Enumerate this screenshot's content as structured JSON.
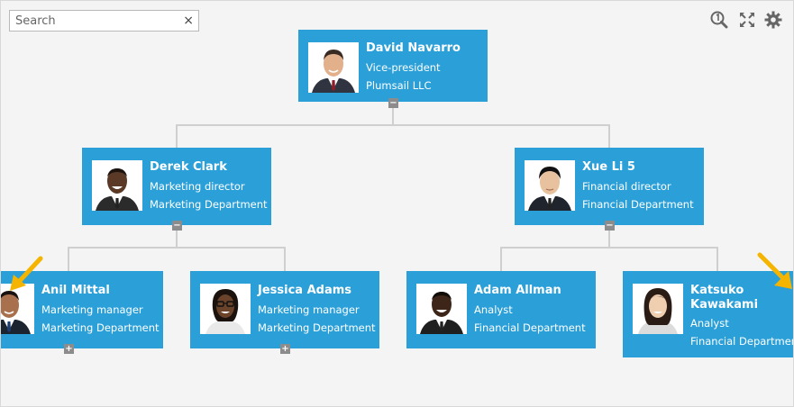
{
  "search": {
    "placeholder": "Search",
    "clear_icon": "×"
  },
  "toolbar": {
    "icons": [
      "zoom-level-icon",
      "fit-screen-icon",
      "settings-gear-icon"
    ]
  },
  "people": {
    "root": {
      "name": "David Navarro",
      "title": "Vice-president",
      "org": "Plumsail LLC",
      "toggle": "−"
    },
    "derek": {
      "name": "Derek Clark",
      "title": "Marketing director",
      "org": "Marketing Department",
      "toggle": "−"
    },
    "xue": {
      "name": "Xue Li 5",
      "title": "Financial director",
      "org": "Financial Department",
      "toggle": "−"
    },
    "anil": {
      "name": "Anil Mittal",
      "title": "Marketing manager",
      "org": "Marketing Department",
      "toggle": "+"
    },
    "jessica": {
      "name": "Jessica Adams",
      "title": "Marketing manager",
      "org": "Marketing Department",
      "toggle": "+"
    },
    "adam": {
      "name": "Adam Allman",
      "title": "Analyst",
      "org": "Financial Department"
    },
    "katsuko": {
      "name_line1": "Katsuko",
      "name_line2": "Kawakami",
      "title": "Analyst",
      "org": "Financial Department"
    }
  },
  "colors": {
    "card": "#2a9fd8",
    "connector": "#cfcfcf",
    "arrow": "#f5b400"
  }
}
